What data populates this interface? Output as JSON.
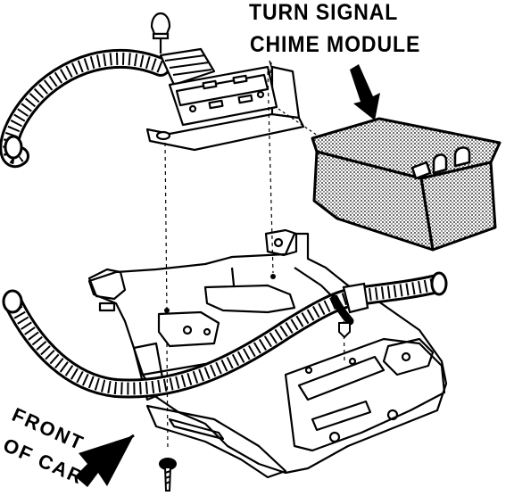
{
  "labels": {
    "module_line1": "TURN SIGNAL",
    "module_line2": "CHIME MODULE",
    "front_line1": "FRONT",
    "front_line2": "OF CAR"
  },
  "colors": {
    "ink": "#000000",
    "paper": "#ffffff",
    "module_shade": "#b8b8b8"
  },
  "icons": {
    "pointer_arrow": "arrow-down-icon",
    "direction_arrow": "arrow-front-icon"
  }
}
